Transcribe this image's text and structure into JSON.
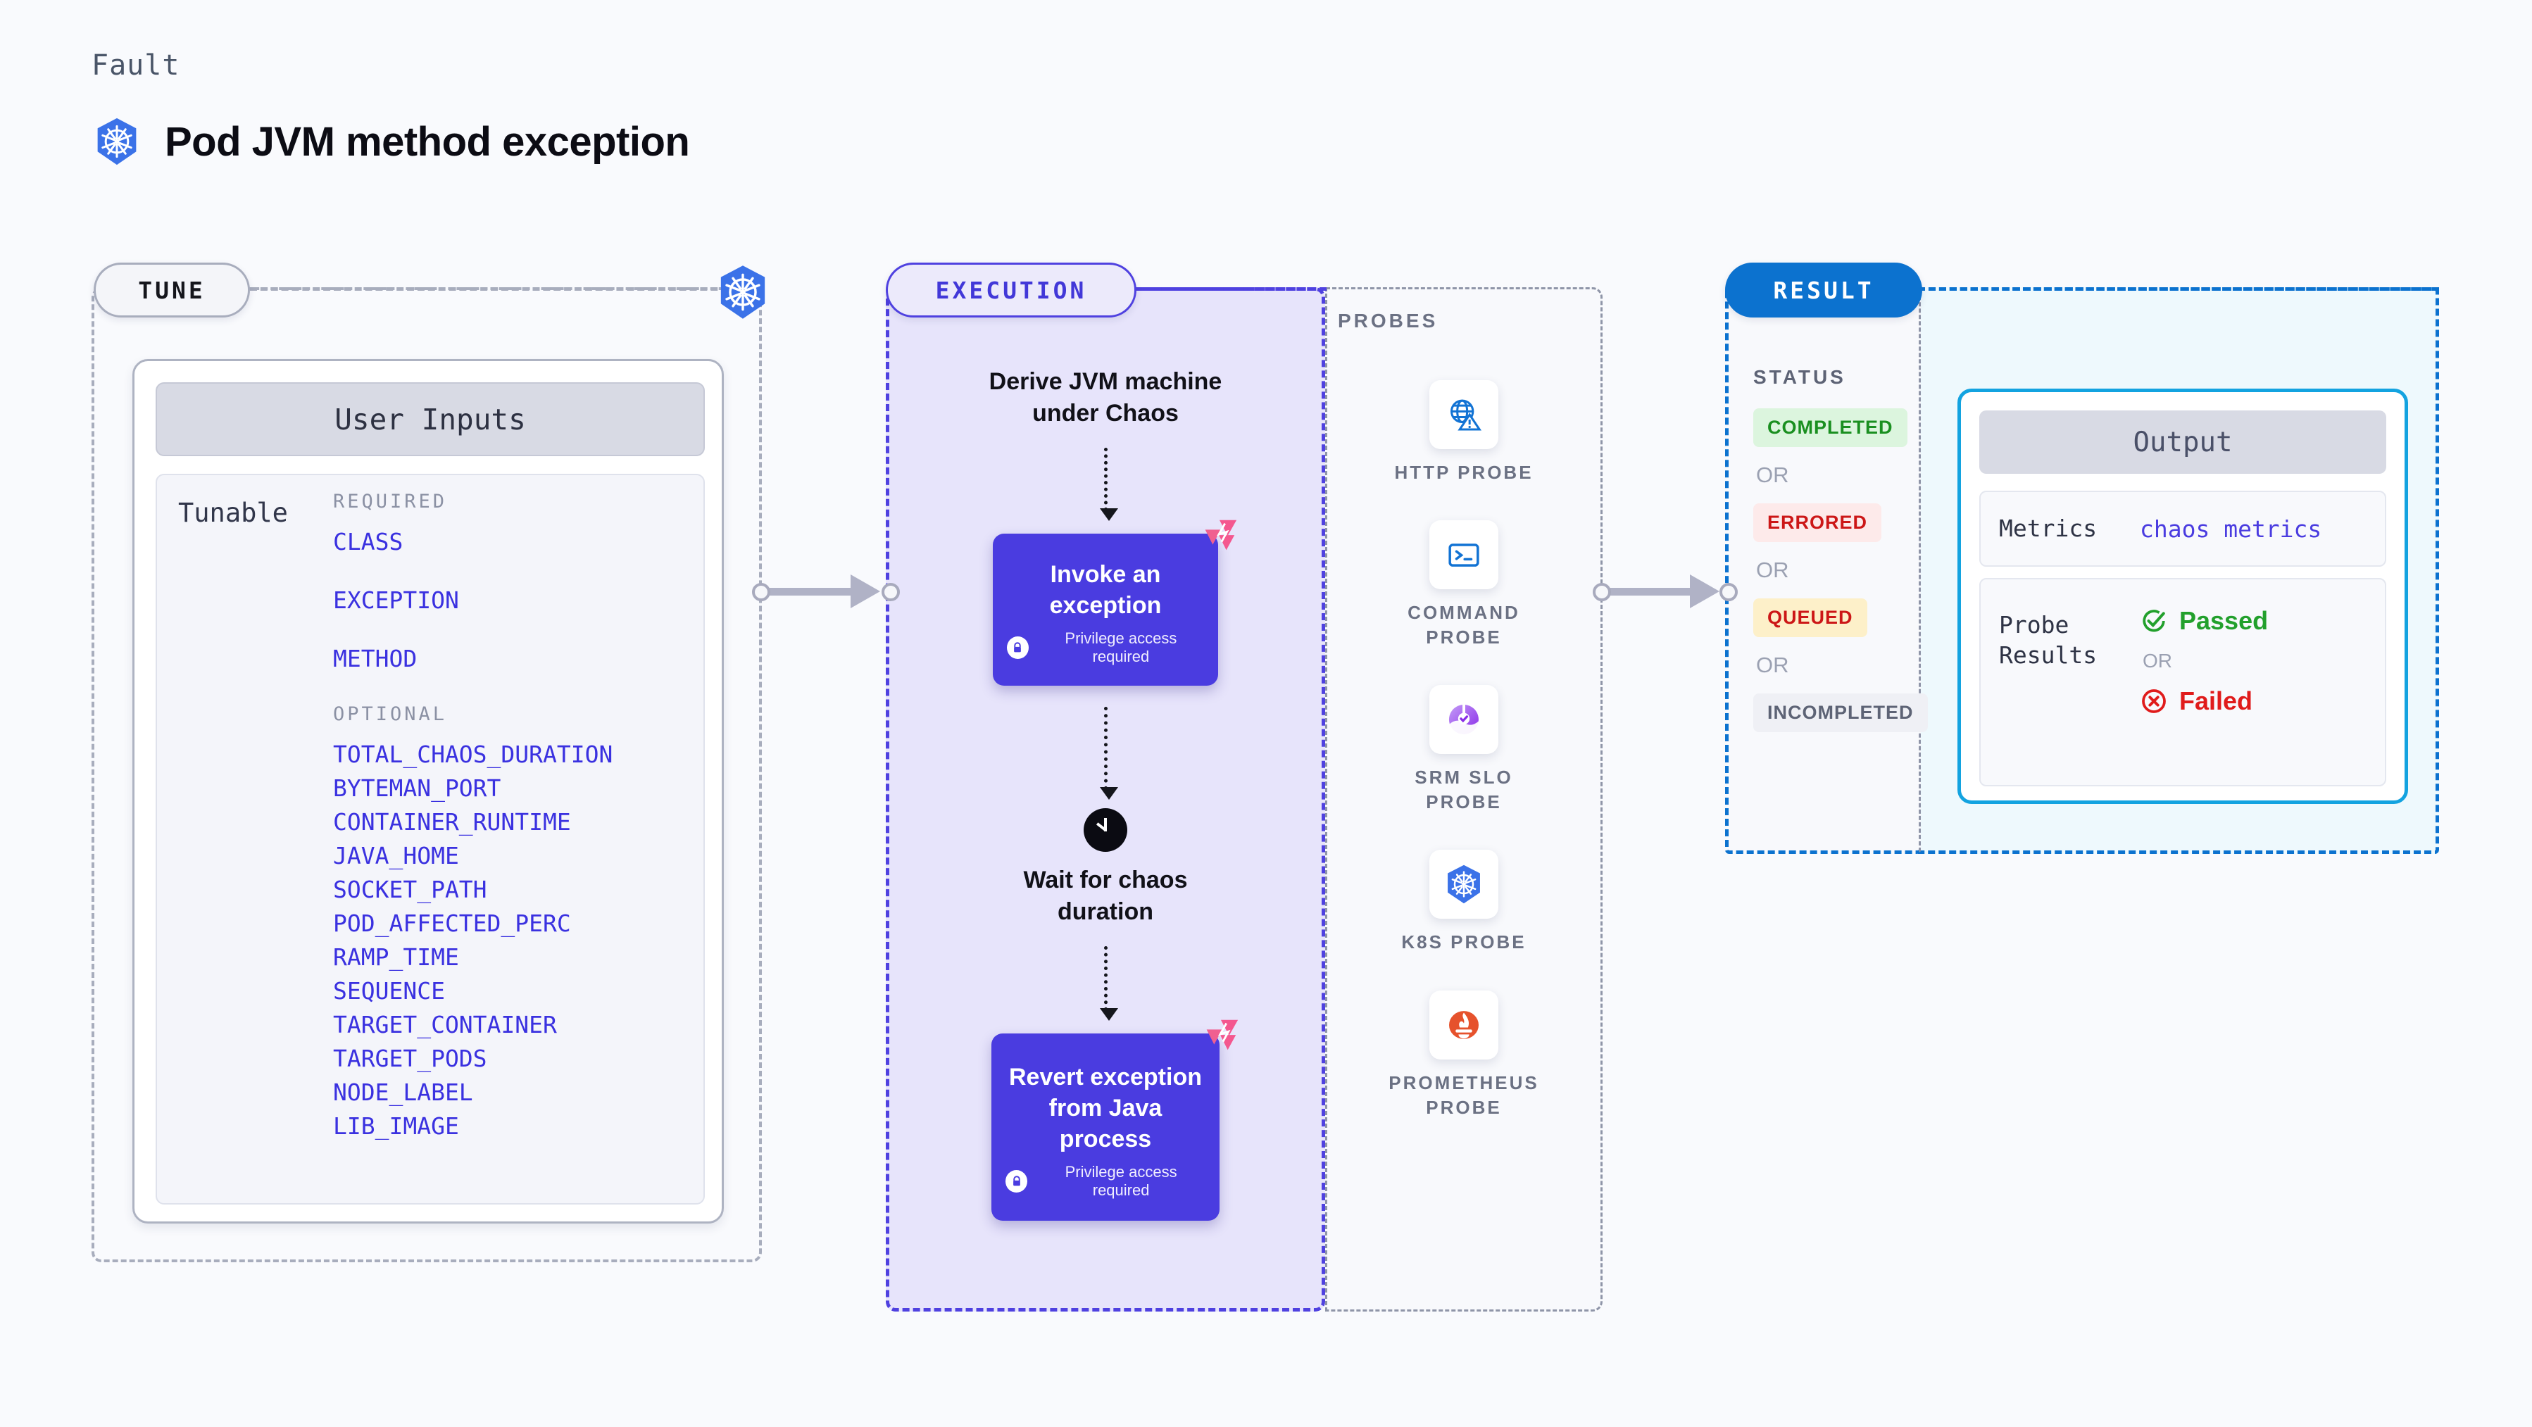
{
  "header": {
    "eyebrow": "Fault",
    "title": "Pod JVM method exception",
    "icon": "kubernetes-icon"
  },
  "colors": {
    "canvas_bg": "#f9fafd",
    "tune_border": "#a8adbd",
    "execution_accent": "#4f41e0",
    "execution_bg": "#e7e4fb",
    "result_accent": "#0c72cf",
    "output_bg": "#eef9fd",
    "output_card_border": "#13a3e0",
    "param_link": "#3a31e0",
    "action_box": "#4a3ce0",
    "litmus_pink": "#f4578f",
    "passed_green": "#22a02c",
    "failed_red": "#e01b1b"
  },
  "tune": {
    "pill_label": "TUNE",
    "k8s_icon": "kubernetes-icon",
    "card_title": "User Inputs",
    "tunable_label": "Tunable",
    "groups": [
      {
        "heading": "REQUIRED",
        "params": [
          "CLASS",
          "EXCEPTION",
          "METHOD"
        ]
      },
      {
        "heading": "OPTIONAL",
        "params": [
          "TOTAL_CHAOS_DURATION",
          "BYTEMAN_PORT",
          "CONTAINER_RUNTIME",
          "JAVA_HOME",
          "SOCKET_PATH",
          "POD_AFFECTED_PERC",
          "RAMP_TIME",
          "SEQUENCE",
          "TARGET_CONTAINER",
          "TARGET_PODS",
          "NODE_LABEL",
          "LIB_IMAGE"
        ]
      }
    ]
  },
  "execution": {
    "pill_label": "EXECUTION",
    "steps": [
      {
        "kind": "text",
        "title": "Derive JVM machine\nunder Chaos"
      },
      {
        "kind": "action",
        "title": "Invoke an exception",
        "privilege_note": "Privilege access required",
        "lock_icon": "lock-icon",
        "corner_icon": "litmus-chaos-icon"
      },
      {
        "kind": "clock",
        "icon": "clock-icon",
        "title": "Wait for chaos\nduration"
      },
      {
        "kind": "action",
        "title": "Revert exception\nfrom Java process",
        "privilege_note": "Privilege access required",
        "lock_icon": "lock-icon",
        "corner_icon": "litmus-chaos-icon"
      }
    ]
  },
  "probes": {
    "title": "PROBES",
    "items": [
      {
        "label": "HTTP PROBE",
        "icon": "globe-warning-icon"
      },
      {
        "label": "COMMAND\nPROBE",
        "icon": "terminal-icon"
      },
      {
        "label": "SRM SLO\nPROBE",
        "icon": "srm-slo-icon"
      },
      {
        "label": "K8S PROBE",
        "icon": "kubernetes-icon"
      },
      {
        "label": "PROMETHEUS\nPROBE",
        "icon": "prometheus-icon"
      }
    ]
  },
  "result": {
    "pill_label": "RESULT",
    "status_title": "STATUS",
    "or_label": "OR",
    "statuses": [
      {
        "label": "COMPLETED",
        "bg": "#dcf5de",
        "fg": "#1a8f20"
      },
      {
        "label": "ERRORED",
        "bg": "#fdeaea",
        "fg": "#cc1717"
      },
      {
        "label": "QUEUED",
        "bg": "#fdf0c9",
        "fg": "#cc1717"
      },
      {
        "label": "INCOMPLETED",
        "bg": "#eff0f5",
        "fg": "#5d6375"
      }
    ]
  },
  "output": {
    "card_title": "Output",
    "metrics_key": "Metrics",
    "metrics_value": "chaos metrics",
    "probe_results_key": "Probe\nResults",
    "passed_label": "Passed",
    "passed_icon": "check-circle-icon",
    "or_label": "OR",
    "failed_label": "Failed",
    "failed_icon": "x-circle-icon"
  }
}
